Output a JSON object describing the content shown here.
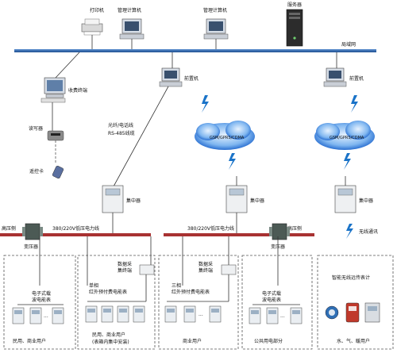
{
  "top_network": {
    "printer": "打印机",
    "mgmt_pc_1": "管理计算机",
    "mgmt_pc_2": "管理计算机",
    "server": "服务器",
    "lan": "局域网"
  },
  "left_terminal": {
    "fee_terminal": "收费终端",
    "card_reader": "读写器",
    "remote_card": "遥控卡"
  },
  "front_machines": {
    "front_1": "前置机",
    "front_2": "前置机"
  },
  "link": {
    "line1": "光纤/电话线",
    "line2": "RS-485线缆"
  },
  "wireless": {
    "cloud_1": "GSM/GPRS/CDMA",
    "cloud_2": "GSM/GPRS/CDMA",
    "wireless_comm": "无线通讯"
  },
  "concentrators": {
    "c1": "集中器",
    "c2": "集中器",
    "c3": "集中器"
  },
  "power": {
    "hv_left": "高压侧",
    "hv_right": "高压侧",
    "line_left": "380/220V低压电力线",
    "line_right": "380/220V低压电力线",
    "transformer_left": "变压器",
    "transformer_right": "变压器"
  },
  "groups": {
    "g1_meter": [
      "电子式载",
      "波电能表"
    ],
    "g1_user": "民用、商业用户",
    "g2_collector": [
      "数据采",
      "集终端"
    ],
    "g2_meter": [
      "单相",
      "红外预付费电能表"
    ],
    "g2_user": [
      "民用、商业用户",
      "(表箱内集中安装)"
    ],
    "g3_collector": [
      "数据采",
      "集终端"
    ],
    "g3_meter": [
      "三相",
      "红外预付费电能表"
    ],
    "g3_user": "商业用户",
    "g4_meter": [
      "电子式载",
      "波电能表"
    ],
    "g4_user": "公共用电部分",
    "g5_meter": [
      "智能无线远传表计"
    ],
    "g5_user": "水、气、暖用户"
  },
  "colors": {
    "lan_bus": "#1e5fa8",
    "power_bus": "#a83232",
    "cloud": "#2a6fd1",
    "lightning": "#1a73c8"
  },
  "icons": [
    "printer-icon",
    "desktop-pc-icon",
    "server-tower-icon",
    "concentrator-icon",
    "transformer-icon",
    "cloud-icon",
    "lightning-icon",
    "meter-icon"
  ]
}
